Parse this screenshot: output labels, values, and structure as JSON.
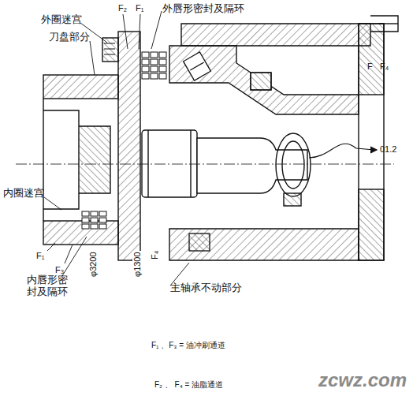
{
  "diagram": {
    "labels": [
      "外圈迷宫",
      "F₂",
      "F₁",
      "外唇形密封及隔环",
      "刀盘部分",
      "F",
      "F₄",
      "01.2",
      "内圈迷宫",
      "F₁",
      "F₃",
      "内唇形密 封及隔环",
      "φ3200",
      "φ1300",
      "F₄",
      "主轴承不动部分",
      "F₁ 、F₃ = 油冲刷通道",
      "F₂ 、 F₄ = 油脂通道",
      "zcwz.com"
    ]
  }
}
